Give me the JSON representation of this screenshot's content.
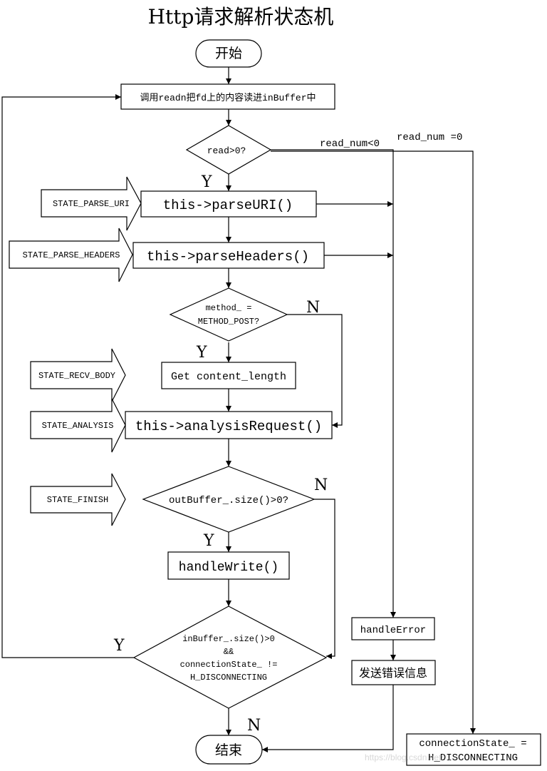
{
  "title": "Http请求解析状态机",
  "nodes": {
    "start": "开始",
    "read_into_buffer": "调用readn把fd上的内容读进inBuffer中",
    "read_check": "read>0?",
    "parse_uri": "this->parseURI()",
    "parse_headers": "this->parseHeaders()",
    "method_check_line1": "method_ =",
    "method_check_line2": "METHOD_POST?",
    "get_content_length": "Get content_length",
    "analysis_request": "this->analysisRequest()",
    "outbuffer_check": "outBuffer_.size()>0?",
    "handle_write": "handleWrite()",
    "inbuffer_check_line1": "inBuffer_.size()>0",
    "inbuffer_check_line2": "&&",
    "inbuffer_check_line3": "connectionState_ !=",
    "inbuffer_check_line4": "H_DISCONNECTING",
    "end": "结束",
    "handle_error": "handleError",
    "send_error_msg": "发送错误信息",
    "set_disconnecting_line1": "connectionState_ =",
    "set_disconnecting_line2": "H_DISCONNECTING"
  },
  "states": {
    "parse_uri": "STATE_PARSE_URI",
    "parse_headers": "STATE_PARSE_HEADERS",
    "recv_body": "STATE_RECV_BODY",
    "analysis": "STATE_ANALYSIS",
    "finish": "STATE_FINISH"
  },
  "edge_labels": {
    "read_neg": "read_num<0",
    "read_zero": "read_num =0",
    "read_yes": "Y",
    "method_yes": "Y",
    "method_no": "N",
    "outbuf_yes": "Y",
    "outbuf_no": "N",
    "loop_yes": "Y",
    "loop_no": "N"
  },
  "watermark": "https://blog.csdn.net/..."
}
